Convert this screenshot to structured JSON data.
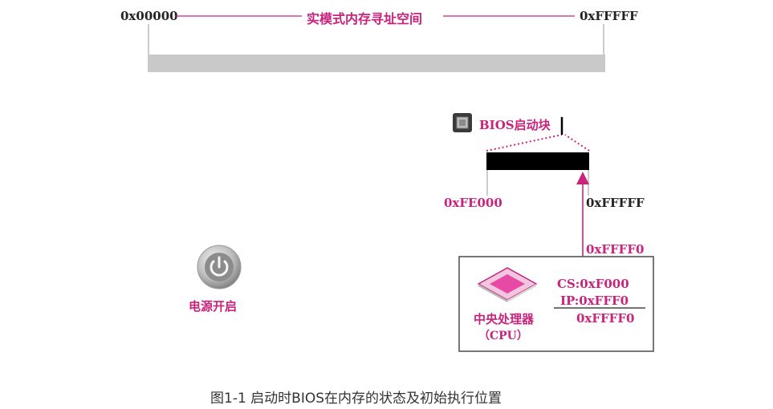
{
  "colors": {
    "accent": "#c8237d",
    "memory_bar": "#c9c9c9",
    "bios_block": "#000000",
    "text_dark": "#222222"
  },
  "address_space": {
    "start_label": "0x00000",
    "title": "实模式内存寻址空间",
    "end_label": "0xFFFFF"
  },
  "bios": {
    "chip_icon": "bios-chip-icon",
    "label": "BIOS启动块",
    "start_address": "0xFE000",
    "end_address": "0xFFFFF",
    "entry_address": "0xFFFF0"
  },
  "power": {
    "icon": "power-button-icon",
    "label": "电源开启"
  },
  "cpu": {
    "icon": "cpu-chip-icon",
    "label": "中央处理器",
    "sublabel": "（CPU）",
    "cs": "CS:0xF000",
    "ip": "IP:0xFFF0",
    "result": "0xFFFF0"
  },
  "caption": "图1-1 启动时BIOS在内存的状态及初始执行位置"
}
